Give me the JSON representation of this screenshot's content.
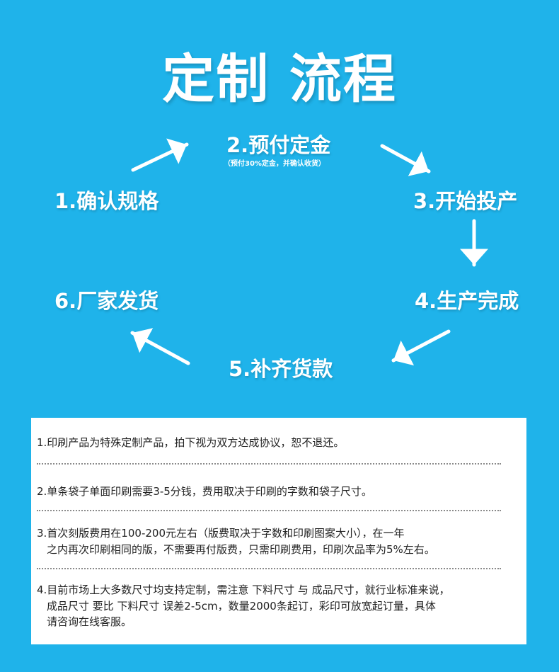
{
  "title": "定制 流程",
  "steps": {
    "s1": "1.确认规格",
    "s2": "2.预付定金",
    "s2_note": "（预付30%定金，并确认收货）",
    "s3": "3.开始投产",
    "s4": "4.生产完成",
    "s5": "5.补齐货款",
    "s6": "6.厂家发货"
  },
  "notes": {
    "n1": "1.印刷产品为特殊定制产品，拍下视为双方达成协议，恕不退还。",
    "n2": "2.单条袋子单面印刷需要3-5分钱，费用取决于印刷的字数和袋子尺寸。",
    "n3a": "3.首次刻版费用在100-200元左右（版费取决于字数和印刷图案大小），在一年",
    "n3b": "之内再次印刷相同的版，不需要再付版费，只需印刷费用，印刷次品率为5%左右。",
    "n4a": "4.目前市场上大多数尺寸均支持定制，需注意 下料尺寸 与 成品尺寸，就行业标准来说，",
    "n4b": "成品尺寸 要比 下料尺寸 误差2-5cm，数量2000条起订，彩印可放宽起订量，具体",
    "n4c": "请咨询在线客服。"
  },
  "colors": {
    "background": "#1fb3ea",
    "panel": "#ffffff",
    "text": "#222222"
  }
}
